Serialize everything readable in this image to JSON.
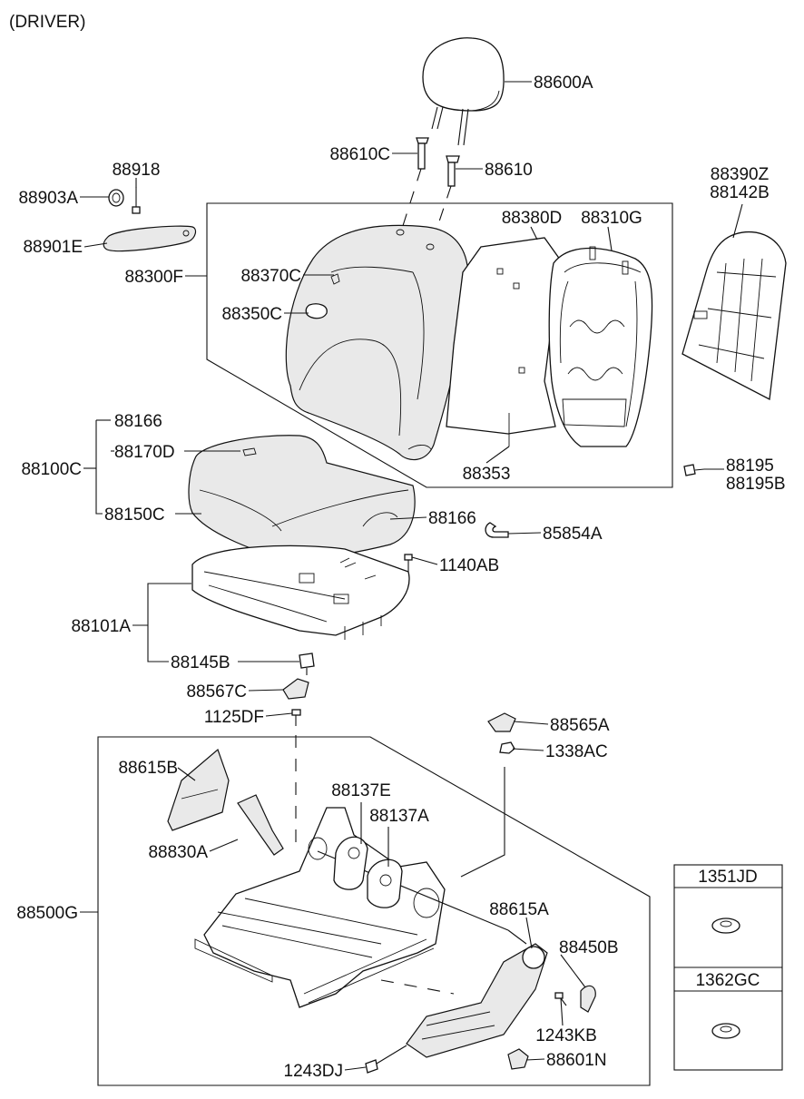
{
  "title": "(DRIVER)",
  "callouts": [
    {
      "id": "l88600A",
      "text": "88600A"
    },
    {
      "id": "l88610C",
      "text": "88610C"
    },
    {
      "id": "l88610",
      "text": "88610"
    },
    {
      "id": "l88918",
      "text": "88918"
    },
    {
      "id": "l88903A",
      "text": "88903A"
    },
    {
      "id": "l88901E",
      "text": "88901E"
    },
    {
      "id": "l88300F",
      "text": "88300F"
    },
    {
      "id": "l88370C",
      "text": "88370C"
    },
    {
      "id": "l88350C",
      "text": "88350C"
    },
    {
      "id": "l88380D",
      "text": "88380D"
    },
    {
      "id": "l88310G",
      "text": "88310G"
    },
    {
      "id": "l88390Z",
      "text": "88390Z"
    },
    {
      "id": "l88142B",
      "text": "88142B"
    },
    {
      "id": "l88166a",
      "text": "88166"
    },
    {
      "id": "l88170D",
      "text": "88170D"
    },
    {
      "id": "l88100C",
      "text": "88100C"
    },
    {
      "id": "l88150C",
      "text": "88150C"
    },
    {
      "id": "l88353",
      "text": "88353"
    },
    {
      "id": "l88195",
      "text": "88195"
    },
    {
      "id": "l88195B",
      "text": "88195B"
    },
    {
      "id": "l88166b",
      "text": "88166"
    },
    {
      "id": "l85854A",
      "text": "85854A"
    },
    {
      "id": "l1140AB",
      "text": "1140AB"
    },
    {
      "id": "l88101A",
      "text": "88101A"
    },
    {
      "id": "l88145B",
      "text": "88145B"
    },
    {
      "id": "l88567C",
      "text": "88567C"
    },
    {
      "id": "l1125DF",
      "text": "1125DF"
    },
    {
      "id": "l88565A",
      "text": "88565A"
    },
    {
      "id": "l1338AC",
      "text": "1338AC"
    },
    {
      "id": "l88615B",
      "text": "88615B"
    },
    {
      "id": "l88137E",
      "text": "88137E"
    },
    {
      "id": "l88137A",
      "text": "88137A"
    },
    {
      "id": "l88830A",
      "text": "88830A"
    },
    {
      "id": "l88500G",
      "text": "88500G"
    },
    {
      "id": "l88615A",
      "text": "88615A"
    },
    {
      "id": "l88450B",
      "text": "88450B"
    },
    {
      "id": "l1243KB",
      "text": "1243KB"
    },
    {
      "id": "l1243DJ",
      "text": "1243DJ"
    },
    {
      "id": "l88601N",
      "text": "88601N"
    },
    {
      "id": "l1351JD",
      "text": "1351JD"
    },
    {
      "id": "l1362GC",
      "text": "1362GC"
    }
  ]
}
